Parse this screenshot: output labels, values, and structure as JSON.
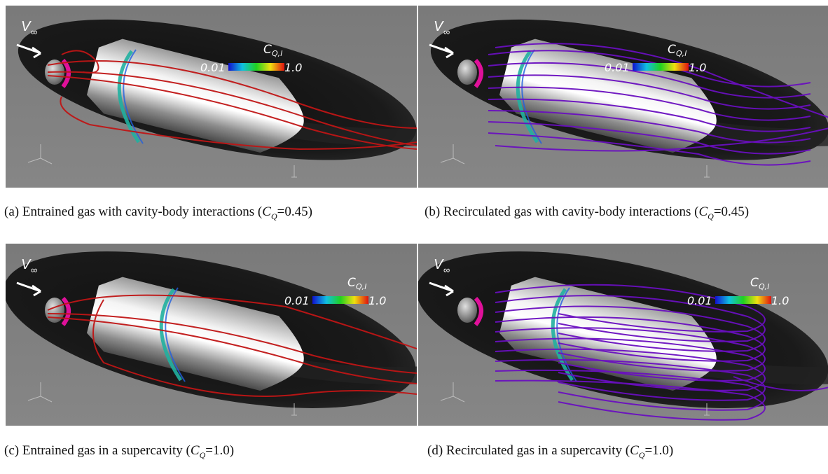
{
  "panels": [
    {
      "id": "a",
      "velocity_label": "V",
      "velocity_subscript": "∞",
      "colorbar": {
        "symbol": "C",
        "subscript": "Q,l",
        "min_label": "0.01",
        "max_label": "1.0"
      },
      "streamline_color": "#c01515",
      "caption": {
        "prefix": "(a) Entrained gas with cavity-body interactions (",
        "symbol": "C",
        "subscript": "Q",
        "value": "=0.45)"
      }
    },
    {
      "id": "b",
      "velocity_label": "V",
      "velocity_subscript": "∞",
      "colorbar": {
        "symbol": "C",
        "subscript": "Q,l",
        "min_label": "0.01",
        "max_label": "1.0"
      },
      "streamline_color": "#6a0fc0",
      "caption": {
        "prefix": "(b) Recirculated gas with cavity-body interactions (",
        "symbol": "C",
        "subscript": "Q",
        "value": "=0.45)"
      }
    },
    {
      "id": "c",
      "velocity_label": "V",
      "velocity_subscript": "∞",
      "colorbar": {
        "symbol": "C",
        "subscript": "Q,l",
        "min_label": "0.01",
        "max_label": "1.0"
      },
      "streamline_color": "#c01515",
      "caption": {
        "prefix": "(c) Entrained gas in a supercavity (",
        "symbol": "C",
        "subscript": "Q",
        "value": "=1.0)"
      }
    },
    {
      "id": "d",
      "velocity_label": "V",
      "velocity_subscript": "∞",
      "colorbar": {
        "symbol": "C",
        "subscript": "Q,l",
        "min_label": "0.01",
        "max_label": "1.0"
      },
      "streamline_color": "#6a0fc0",
      "caption": {
        "prefix": "(d) Recirculated gas in a supercavity (",
        "symbol": "C",
        "subscript": "Q",
        "value": "=1.0)"
      }
    }
  ]
}
